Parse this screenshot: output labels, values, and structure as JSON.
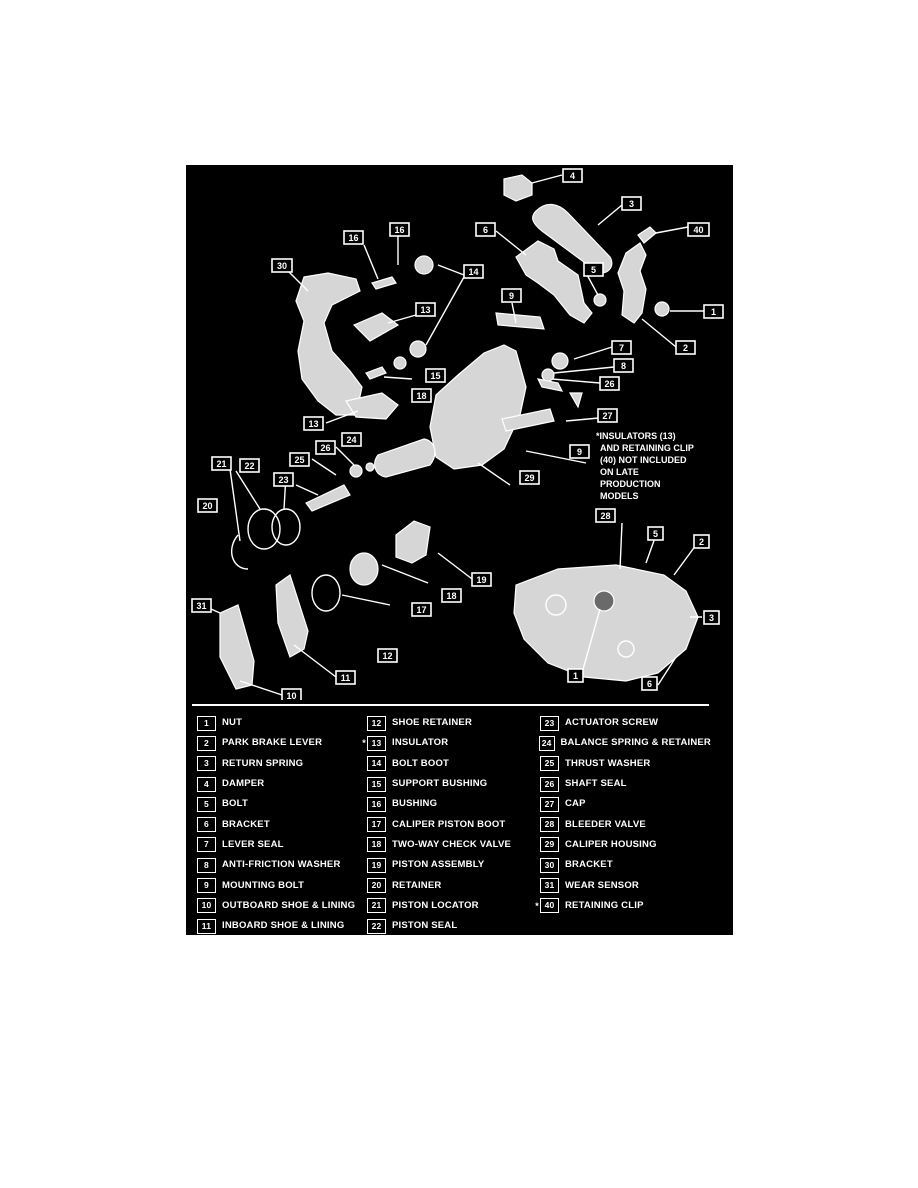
{
  "diagram": {
    "note_lines": [
      "*INSULATORS (13)",
      "AND RETAINING CLIP",
      "(40) NOT INCLUDED",
      "ON LATE",
      "PRODUCTION",
      "MODELS"
    ]
  },
  "legend": {
    "columns": [
      [
        {
          "num": "1",
          "star": "",
          "label": "NUT"
        },
        {
          "num": "2",
          "star": "",
          "label": "PARK BRAKE LEVER"
        },
        {
          "num": "3",
          "star": "",
          "label": "RETURN SPRING"
        },
        {
          "num": "4",
          "star": "",
          "label": "DAMPER"
        },
        {
          "num": "5",
          "star": "",
          "label": "BOLT"
        },
        {
          "num": "6",
          "star": "",
          "label": "BRACKET"
        },
        {
          "num": "7",
          "star": "",
          "label": "LEVER SEAL"
        },
        {
          "num": "8",
          "star": "",
          "label": "ANTI-FRICTION WASHER"
        },
        {
          "num": "9",
          "star": "",
          "label": "MOUNTING BOLT"
        },
        {
          "num": "10",
          "star": "",
          "label": "OUTBOARD SHOE & LINING"
        },
        {
          "num": "11",
          "star": "",
          "label": "INBOARD SHOE & LINING"
        }
      ],
      [
        {
          "num": "12",
          "star": "",
          "label": "SHOE RETAINER"
        },
        {
          "num": "13",
          "star": "*",
          "label": "INSULATOR"
        },
        {
          "num": "14",
          "star": "",
          "label": "BOLT BOOT"
        },
        {
          "num": "15",
          "star": "",
          "label": "SUPPORT BUSHING"
        },
        {
          "num": "16",
          "star": "",
          "label": "BUSHING"
        },
        {
          "num": "17",
          "star": "",
          "label": "CALIPER PISTON BOOT"
        },
        {
          "num": "18",
          "star": "",
          "label": "TWO-WAY CHECK VALVE"
        },
        {
          "num": "19",
          "star": "",
          "label": "PISTON ASSEMBLY"
        },
        {
          "num": "20",
          "star": "",
          "label": "RETAINER"
        },
        {
          "num": "21",
          "star": "",
          "label": "PISTON LOCATOR"
        },
        {
          "num": "22",
          "star": "",
          "label": "PISTON SEAL"
        }
      ],
      [
        {
          "num": "23",
          "star": "",
          "label": "ACTUATOR SCREW"
        },
        {
          "num": "24",
          "star": "",
          "label": "BALANCE SPRING & RETAINER"
        },
        {
          "num": "25",
          "star": "",
          "label": "THRUST WASHER"
        },
        {
          "num": "26",
          "star": "",
          "label": "SHAFT SEAL"
        },
        {
          "num": "27",
          "star": "",
          "label": "CAP"
        },
        {
          "num": "28",
          "star": "",
          "label": "BLEEDER VALVE"
        },
        {
          "num": "29",
          "star": "",
          "label": "CALIPER HOUSING"
        },
        {
          "num": "30",
          "star": "",
          "label": "BRACKET"
        },
        {
          "num": "31",
          "star": "",
          "label": "WEAR SENSOR"
        },
        {
          "num": "40",
          "star": "*",
          "label": "RETAINING CLIP"
        }
      ]
    ]
  }
}
